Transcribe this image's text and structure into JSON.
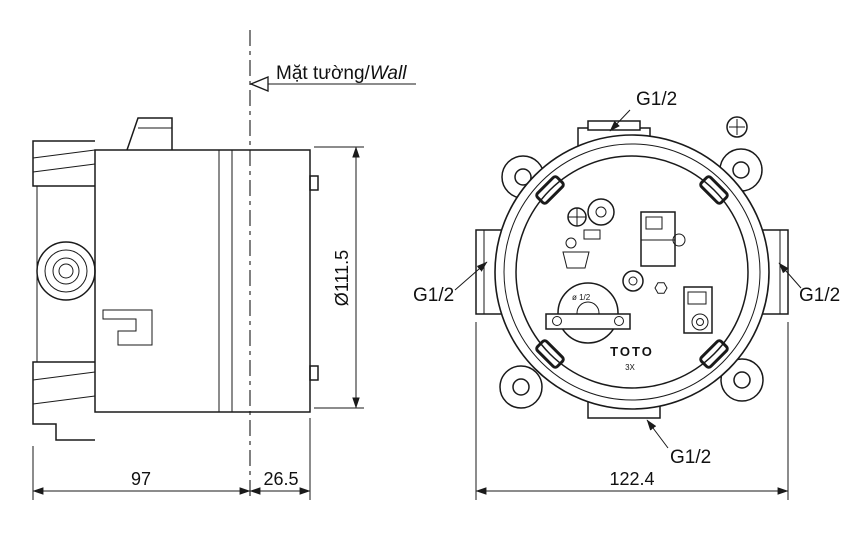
{
  "colors": {
    "line": "#1a1a1a",
    "bg": "#ffffff"
  },
  "wall": {
    "vi": "Mặt tường/",
    "en": "Wall"
  },
  "ports": {
    "top": "G1/2",
    "left": "G1/2",
    "right": "G1/2",
    "bottom": "G1/2"
  },
  "dims": {
    "diameter": "Ø111.5",
    "depth_body": "97",
    "depth_front": "26.5",
    "width": "122.4"
  },
  "front": {
    "brand": "TOTO",
    "mark": "3X",
    "port_size": "ø 1/2"
  }
}
